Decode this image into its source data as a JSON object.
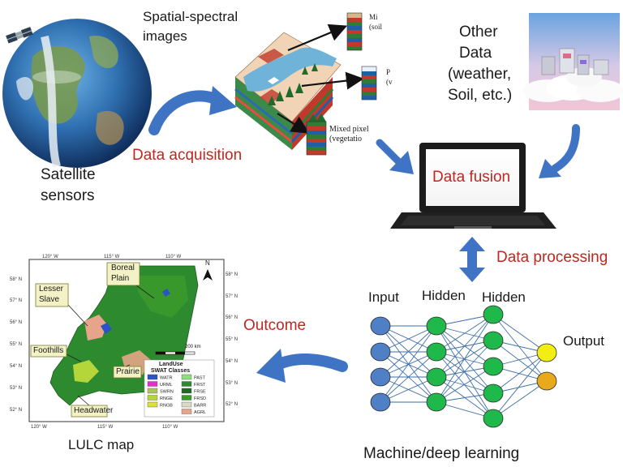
{
  "satellite": {
    "label_line1": "Satellite",
    "label_line2": "sensors"
  },
  "spatial": {
    "label_line1": "Spatial-spectral",
    "label_line2": "images",
    "callouts": [
      "Mi",
      "(soil",
      "P",
      "(v",
      "Mixed pixel",
      "(vegetatio"
    ]
  },
  "other_data": {
    "line1": "Other",
    "line2": "Data",
    "line3": "(weather,",
    "line4": "Soil, etc.)"
  },
  "steps": {
    "acquisition": "Data acquisition",
    "fusion": "Data fusion",
    "processing": "Data processing",
    "outcome": "Outcome"
  },
  "network": {
    "input": "Input",
    "hidden1": "Hidden",
    "hidden2": "Hidden",
    "output": "Output",
    "caption": "Machine/deep learning",
    "colors": {
      "input": "#4f7fc4",
      "hidden": "#1fb84a",
      "out1": "#f2ee14",
      "out2": "#e8a91c",
      "edge": "#3d6ea8"
    }
  },
  "map": {
    "caption": "LULC map",
    "top_ticks": [
      "120° W",
      "115° W",
      "110° W"
    ],
    "bottom_ticks": [
      "120° W",
      "115° W",
      "110° W"
    ],
    "left_ticks": [
      "58° N",
      "57° N",
      "56° N",
      "55° N",
      "54° N",
      "53° N",
      "52° N"
    ],
    "right_ticks": [
      "58° N",
      "57° N",
      "56° N",
      "55° N",
      "54° N",
      "53° N",
      "52° N"
    ],
    "regions": {
      "boreal1": "Boreal",
      "boreal2": "Plain",
      "lesser1": "Lesser",
      "lesser2": "Slave",
      "foothills": "Foothills",
      "prairie": "Prairie",
      "headwater": "Headwater"
    },
    "north": "N",
    "scale": "200 km",
    "legend": {
      "title1": "LandUse",
      "title2": "SWAT Classes",
      "items": [
        {
          "code": "WATR",
          "color": "#2a53c9"
        },
        {
          "code": "PAST",
          "color": "#8be07a"
        },
        {
          "code": "URML",
          "color": "#e62ec8"
        },
        {
          "code": "FRST",
          "color": "#2e8a2e"
        },
        {
          "code": "SWRN",
          "color": "#a8c45a"
        },
        {
          "code": "FRSE",
          "color": "#1e6a25"
        },
        {
          "code": "RNGE",
          "color": "#b5d63b"
        },
        {
          "code": "FRSD",
          "color": "#3b9a2a"
        },
        {
          "code": "RNGB",
          "color": "#d8e03a"
        },
        {
          "code": "BARR",
          "color": "#d9d9c8"
        },
        {
          "code": "",
          "color": ""
        },
        {
          "code": "AGRL",
          "color": "#e6a58a"
        }
      ]
    }
  },
  "colors": {
    "arrow": "#3f73c3",
    "red_text": "#c0271f"
  }
}
